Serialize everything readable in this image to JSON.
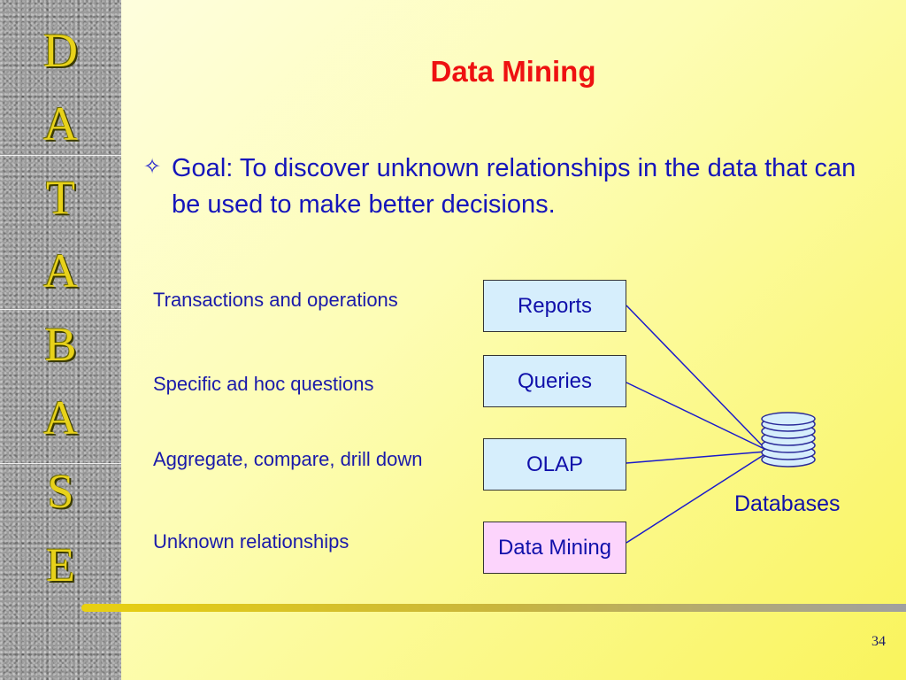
{
  "sidebar": {
    "letters": [
      "D",
      "A",
      "T",
      "A",
      "B",
      "A",
      "S",
      "E"
    ]
  },
  "title": "Data Mining",
  "bullet": {
    "icon": "four-point-star-outline",
    "text": "Goal: To discover unknown relationships in the data that can be used to make better decisions."
  },
  "diagram": {
    "rows": [
      {
        "label": "Transactions and operations",
        "box": "Reports"
      },
      {
        "label": "Specific ad hoc questions",
        "box": "Queries"
      },
      {
        "label": "Aggregate, compare, drill down",
        "box": "OLAP"
      },
      {
        "label": "Unknown relationships",
        "box": "Data Mining"
      }
    ],
    "databases_label": "Databases",
    "colors": {
      "box_fill": "#d6eefc",
      "highlight_fill": "#fcd4fc",
      "line": "#1a1acc"
    }
  },
  "page_number": "34"
}
